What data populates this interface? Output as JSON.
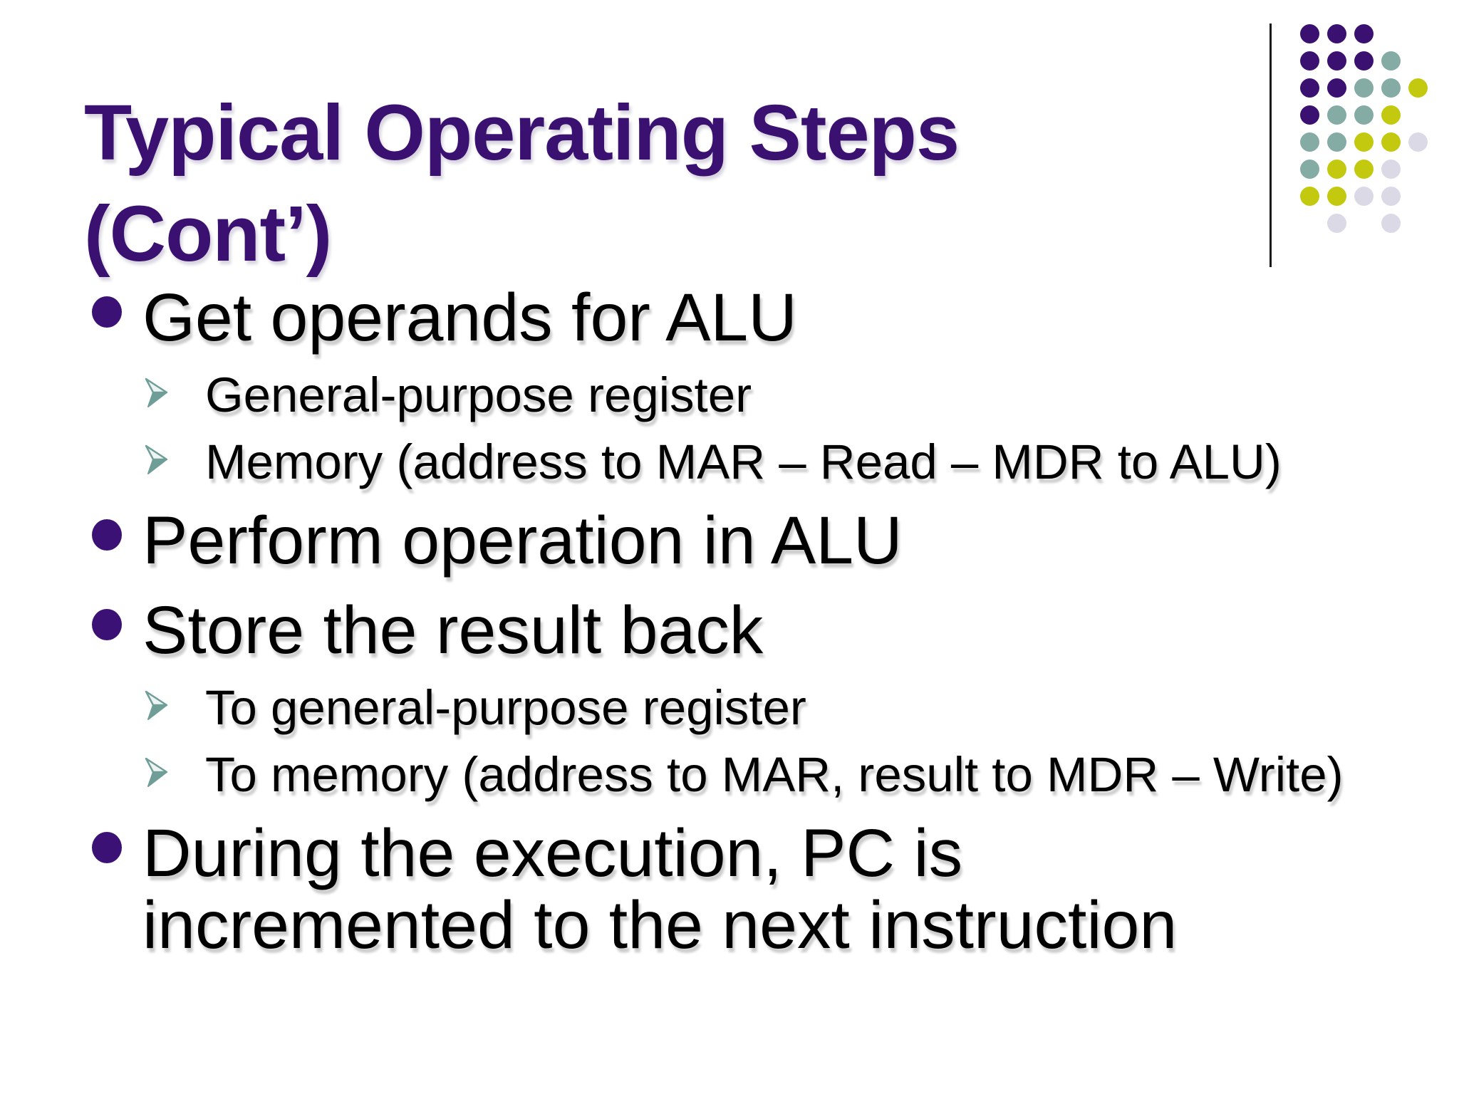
{
  "slide": {
    "title_line1": "Typical Operating Steps",
    "title_line2": "(Cont’)",
    "title_color": "#3A1070",
    "bullet_marker_color": "#3C1176",
    "sub_marker_color": "#6F9E98",
    "sub_marker_fill": "#EEF4F3",
    "text_color": "#000000",
    "bullets": [
      {
        "level": 1,
        "text": "Get operands for ALU"
      },
      {
        "level": 2,
        "text": "General-purpose register"
      },
      {
        "level": 2,
        "text": "Memory (address to MAR – Read – MDR to ALU)"
      },
      {
        "level": 1,
        "text": "Perform operation in ALU"
      },
      {
        "level": 1,
        "text": "Store the result back"
      },
      {
        "level": 2,
        "text": "To general-purpose register"
      },
      {
        "level": 2,
        "text": "To memory (address to MAR, result to MDR – Write)"
      },
      {
        "level": 1,
        "text": "During the execution, PC is incremented to the next instruction"
      }
    ]
  },
  "decoration": {
    "divider_line_color": "#1a1a1a",
    "dot_colors": {
      "P": "#3A1070",
      "T": "#84ABA4",
      "Y": "#C3C90E",
      "L": "#DBD9E6"
    },
    "dot_pattern": [
      "PPP..",
      "PPPT.",
      "PPTTY",
      "PTTY.",
      "TTYYL",
      "TYYL.",
      "YYLL.",
      ".L.L."
    ]
  }
}
